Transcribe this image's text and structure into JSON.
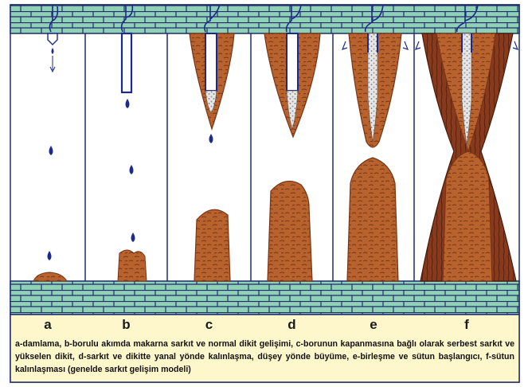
{
  "colors": {
    "background_panel": "#fff7cc",
    "brick": "#8fd0b6",
    "mortar": "#1f2d6b",
    "speleothem": "#b8622e",
    "speleothem_dark": "#7a3516",
    "column_outer": "#8a3a1c",
    "water": "#1b2a8c",
    "calcite_core": "#d9d9d9"
  },
  "panels": [
    {
      "label": "a",
      "icon": "water-drop"
    },
    {
      "label": "b",
      "icon": "soda-straw"
    },
    {
      "label": "c",
      "icon": "closed-straw-stalactite"
    },
    {
      "label": "d",
      "icon": "stalactite-stalagmite-thickening"
    },
    {
      "label": "e",
      "icon": "joining-column"
    },
    {
      "label": "f",
      "icon": "thickened-column"
    }
  ],
  "caption": "a-damlama, b-borulu akımda makarna sarkıt ve normal dikit gelişimi, c-borunun kapanmasına bağlı olarak serbest sarkıt ve yükselen dikit, d-sarkıt ve dikitte yanal yönde kalınlaşma, düşey yönde büyüme, e-birleşme ve sütun başlangıcı, f-sütun kalınlaşması (genelde sarkıt gelişim modeli)"
}
